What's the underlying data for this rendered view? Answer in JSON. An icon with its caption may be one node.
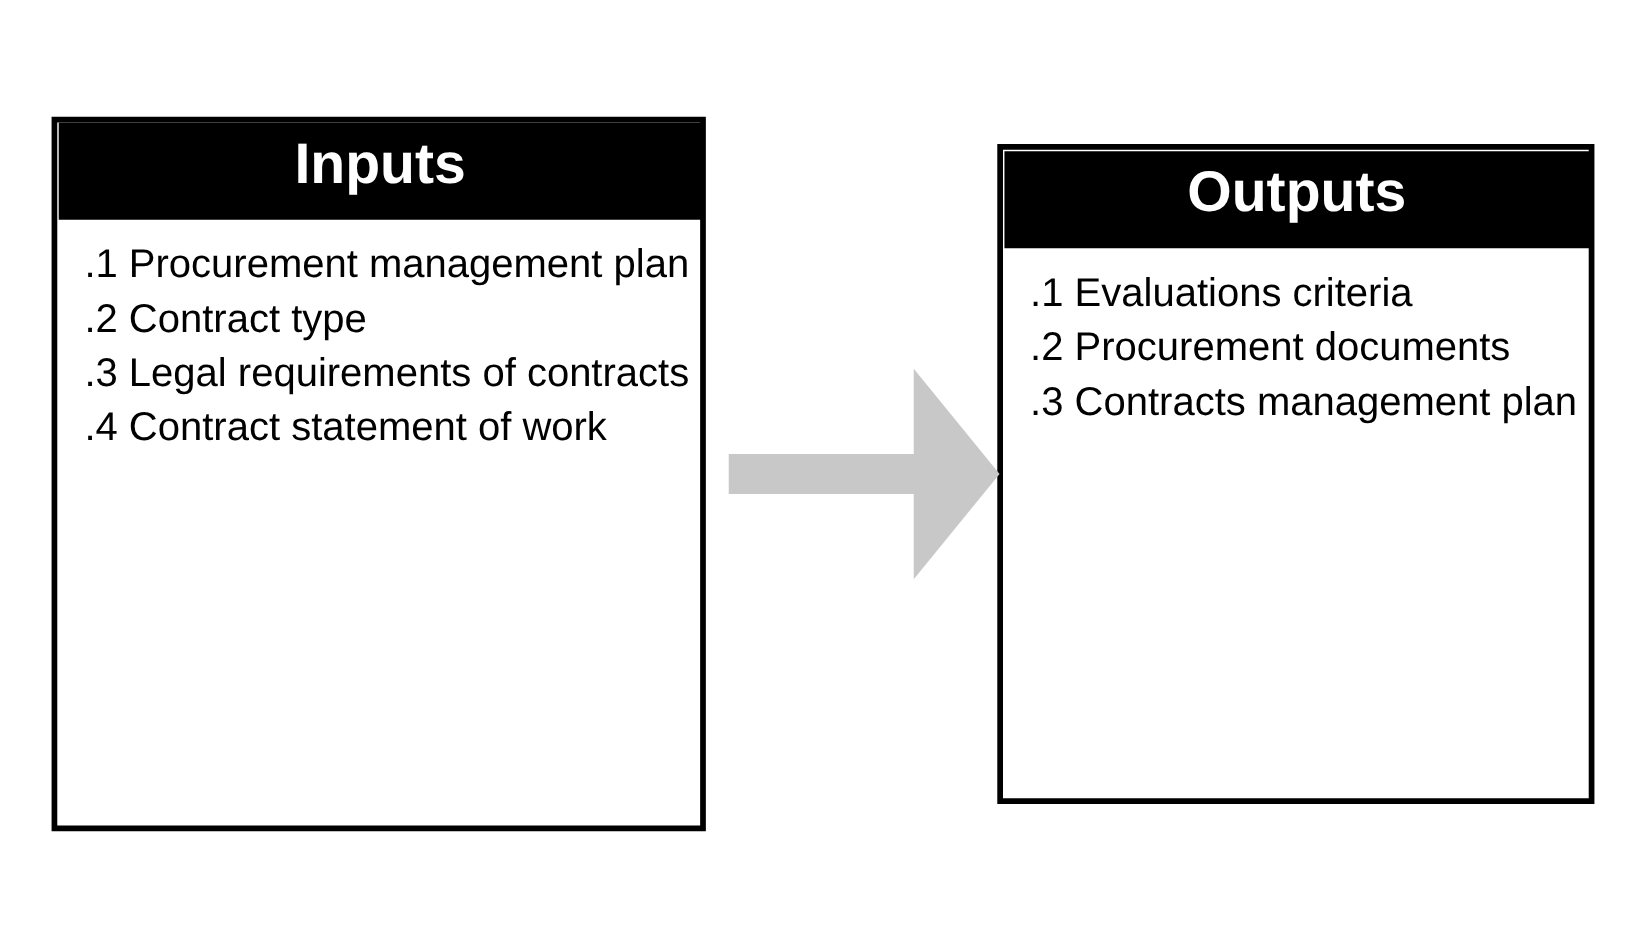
{
  "diagram": {
    "nodes": [
      {
        "text": [
          "Inputs",
          ".1 Procurement management plan",
          ".2 Contract type",
          ".3 Legal requirements of contracts",
          ".4 Contract statement of work"
        ]
      },
      {
        "text": [
          "Outputs",
          ".1 Evaluations criteria",
          ".2 Procurement documents",
          ".3 Contracts management plan"
        ]
      }
    ],
    "edges": [
      {
        "from": 0,
        "to": 1,
        "arrow": "to"
      }
    ]
  }
}
